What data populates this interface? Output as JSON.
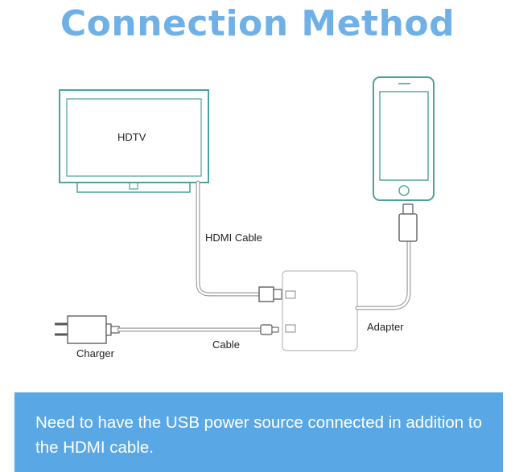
{
  "title": "Connection Method",
  "labels": {
    "hdtv": "HDTV",
    "hdmi_cable": "HDMI Cable",
    "charger": "Charger",
    "cable": "Cable",
    "adapter": "Adapter"
  },
  "notice": "Need to have the USB power source connected in addition to the HDMI cable.",
  "colors": {
    "accent": "#6fb0e6",
    "banner": "#5aa7e6",
    "outline": "#4aa39a"
  }
}
